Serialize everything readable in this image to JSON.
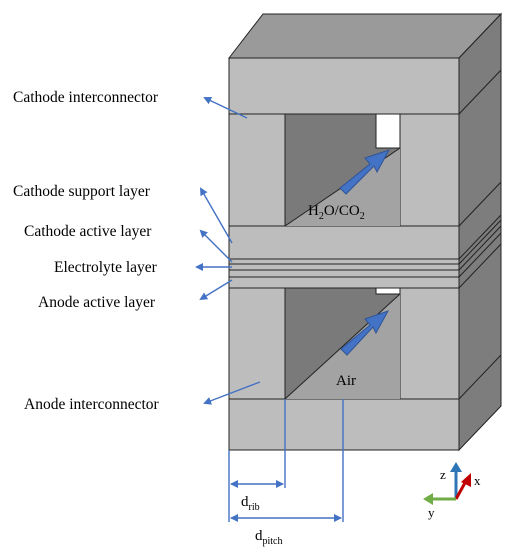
{
  "labels": {
    "cathode_interconnector": "Cathode interconnector",
    "cathode_support_layer": "Cathode support layer",
    "cathode_active_layer": "Cathode active layer",
    "electrolyte_layer": "Electrolyte layer",
    "anode_active_layer": "Anode active layer",
    "anode_interconnector": "Anode interconnector"
  },
  "flows": {
    "upper_channel": {
      "main": "H",
      "sub1": "2",
      "mid": "O/CO",
      "sub2": "2"
    },
    "lower_channel": "Air"
  },
  "dimensions": {
    "rib": {
      "symbol": "d",
      "subscript": "rib"
    },
    "pitch": {
      "symbol": "d",
      "subscript": "pitch"
    }
  },
  "axes": {
    "z": "z",
    "x": "x",
    "y": "y"
  },
  "colors": {
    "front": "#bdbdbd",
    "top": "#9a9a9a",
    "side": "#7d7d7d",
    "channel_wall": "#7a7a7a",
    "channel_back": "#a3a3a3",
    "arrow": "#4472c4",
    "axis_z": "#2e75b6",
    "axis_x": "#c00000",
    "axis_y": "#70ad47"
  }
}
